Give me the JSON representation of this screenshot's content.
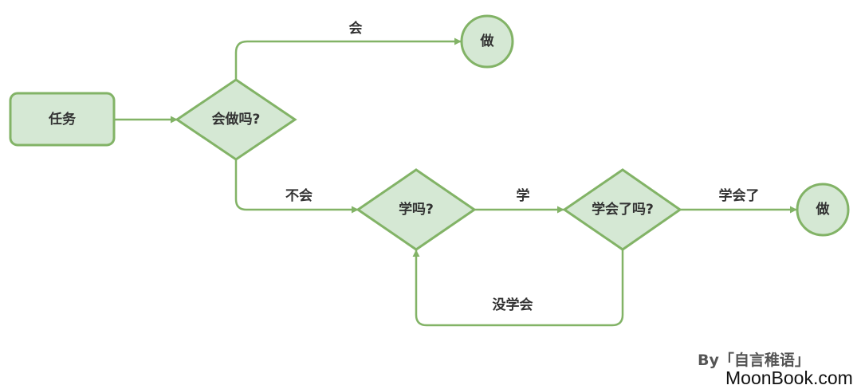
{
  "colors": {
    "node_fill": "#d5e8d4",
    "node_stroke": "#82b366",
    "edge": "#82b366",
    "text": "#333333"
  },
  "nodes": {
    "task": "任务",
    "can_do": "会做吗?",
    "do_top": "做",
    "learn": "学吗?",
    "learned": "学会了吗?",
    "do_right": "做"
  },
  "edges": {
    "yes_can": "会",
    "cannot": "不会",
    "learn_yes": "学",
    "learned_yes": "学会了",
    "not_learned": "没学会"
  },
  "footer": {
    "credit": "By「自言稚语」",
    "watermark": "MoonBook.com"
  }
}
